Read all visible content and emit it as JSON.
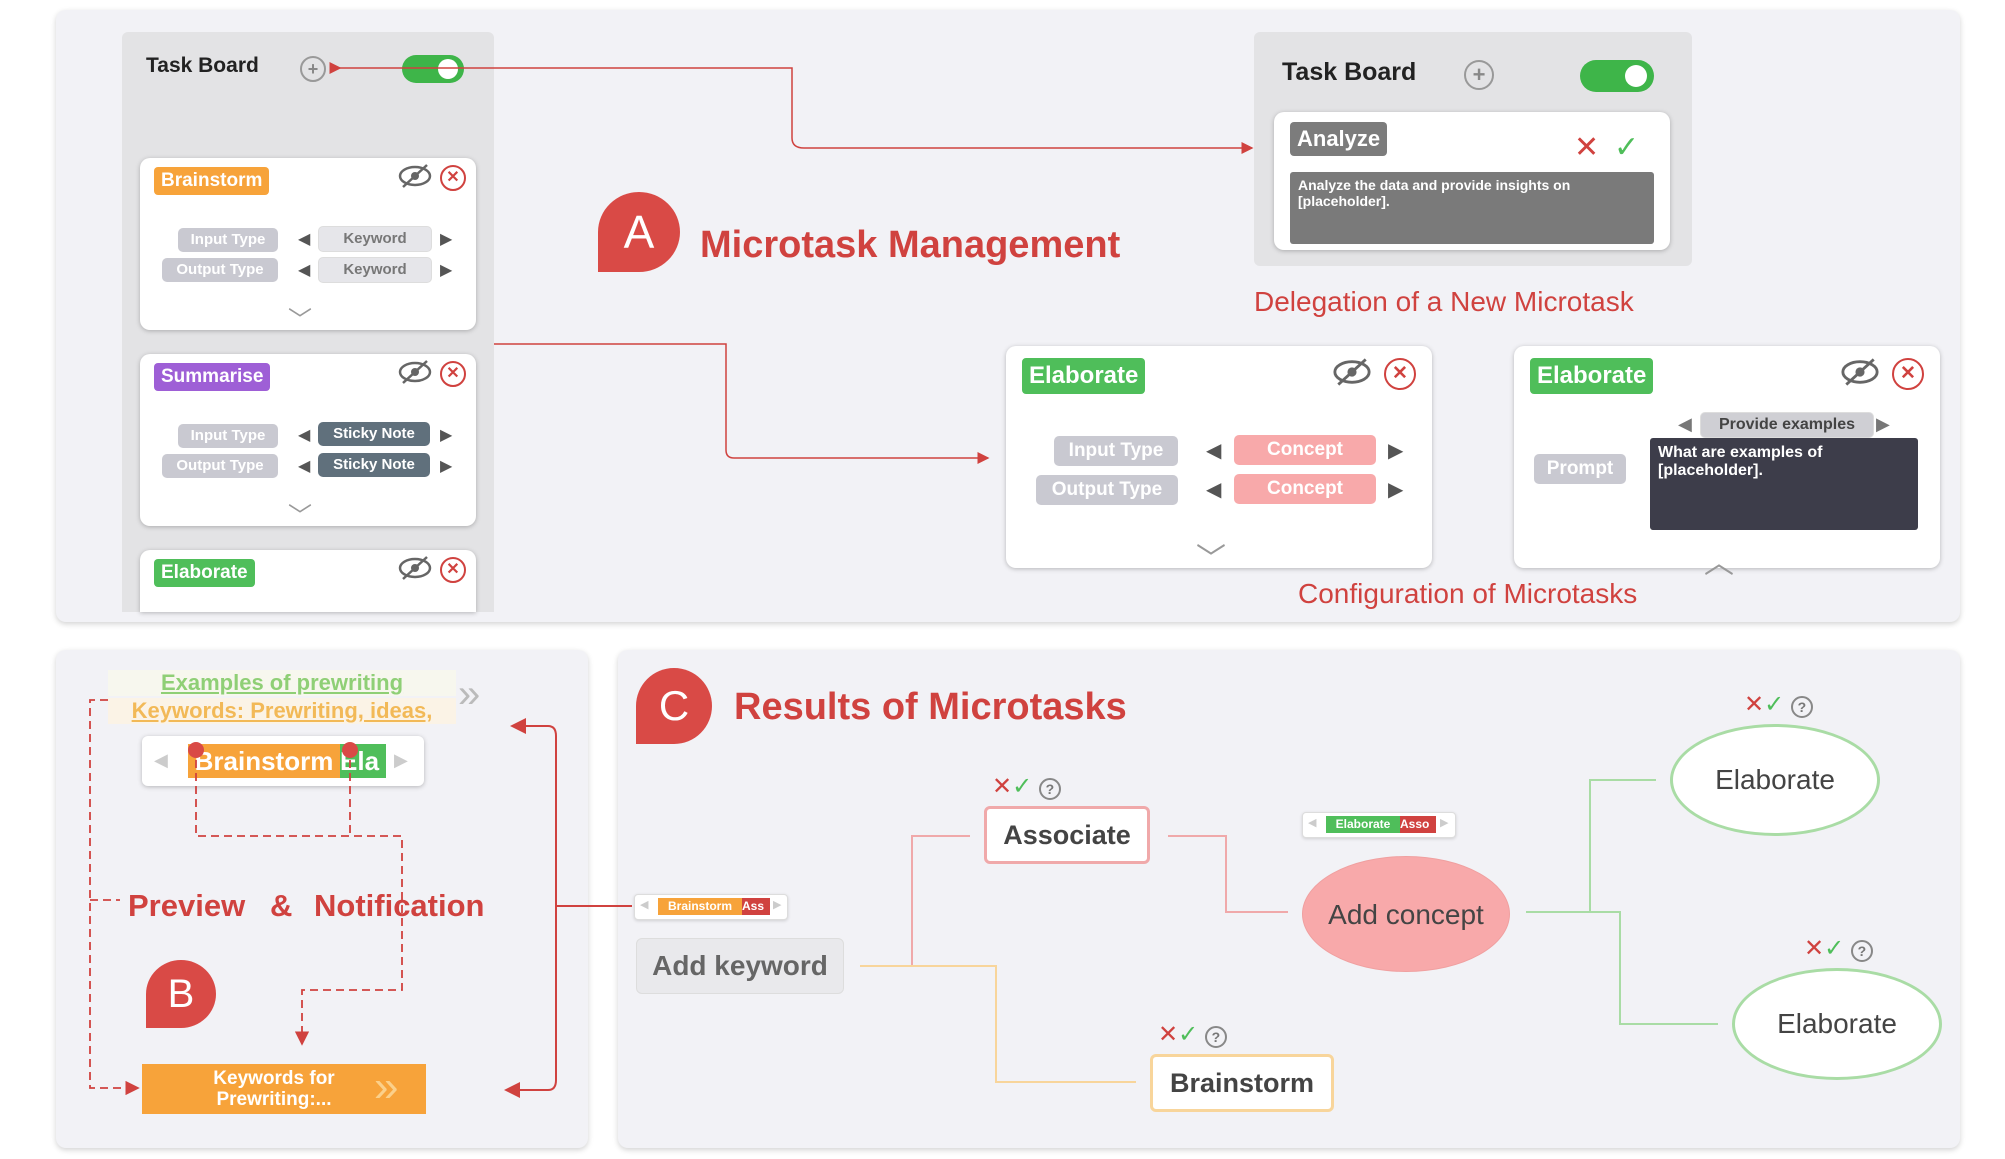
{
  "panel_a": {
    "small_board": {
      "title": "Task Board",
      "cards": [
        {
          "tag": "Brainstorm",
          "input_label": "Input Type",
          "input_value": "Keyword",
          "output_label": "Output Type",
          "output_value": "Keyword"
        },
        {
          "tag": "Summarise",
          "input_label": "Input Type",
          "input_value": "Sticky Note",
          "output_label": "Output Type",
          "output_value": "Sticky Note"
        },
        {
          "tag": "Elaborate"
        }
      ]
    },
    "badge": "A",
    "heading": "Microtask Management",
    "delegation": {
      "title": "Task Board",
      "tag": "Analyze",
      "prompt": "Analyze the data and provide insights on [placeholder].",
      "caption": "Delegation of a New Microtask"
    },
    "config_left": {
      "tag": "Elaborate",
      "input_label": "Input Type",
      "input_value": "Concept",
      "output_label": "Output Type",
      "output_value": "Concept"
    },
    "config_right": {
      "tag": "Elaborate",
      "selector": "Provide examples",
      "prompt_label": "Prompt",
      "prompt_text": "What are examples of [placeholder]."
    },
    "config_caption": "Configuration of Microtasks"
  },
  "panel_b": {
    "preview_line1": "Examples of prewriting",
    "preview_line2": "Keywords: Prewriting, ideas,",
    "chip_main": "Brainstorm",
    "chip_next": "Ela",
    "heading_left": "Preview",
    "heading_amp": "&",
    "heading_right": "Notification",
    "badge": "B",
    "note": "Keywords for Prewriting:..."
  },
  "panel_c": {
    "badge": "C",
    "heading": "Results of Microtasks",
    "nodes": {
      "add_keyword": "Add keyword",
      "associate": "Associate",
      "brainstorm": "Brainstorm",
      "add_concept": "Add concept",
      "elaborate_top": "Elaborate",
      "elaborate_bottom": "Elaborate"
    },
    "chips_keyword": [
      "Brainstorm",
      "Ass"
    ],
    "chips_concept": [
      "Elaborate",
      "Asso"
    ]
  },
  "colors": {
    "accent_red": "#d0423f",
    "orange": "#f7a33a",
    "green": "#4fbe5a",
    "purple": "#9e5fd6",
    "pink": "#f8a9aa"
  },
  "icons": [
    "plus-icon",
    "toggle-switch",
    "hidden-eye-icon",
    "close-circle-icon",
    "chevron-down-icon",
    "chevron-up-icon",
    "double-chevron-right-icon",
    "check-icon",
    "x-icon",
    "help-icon",
    "left-arrow-icon",
    "right-arrow-icon"
  ]
}
